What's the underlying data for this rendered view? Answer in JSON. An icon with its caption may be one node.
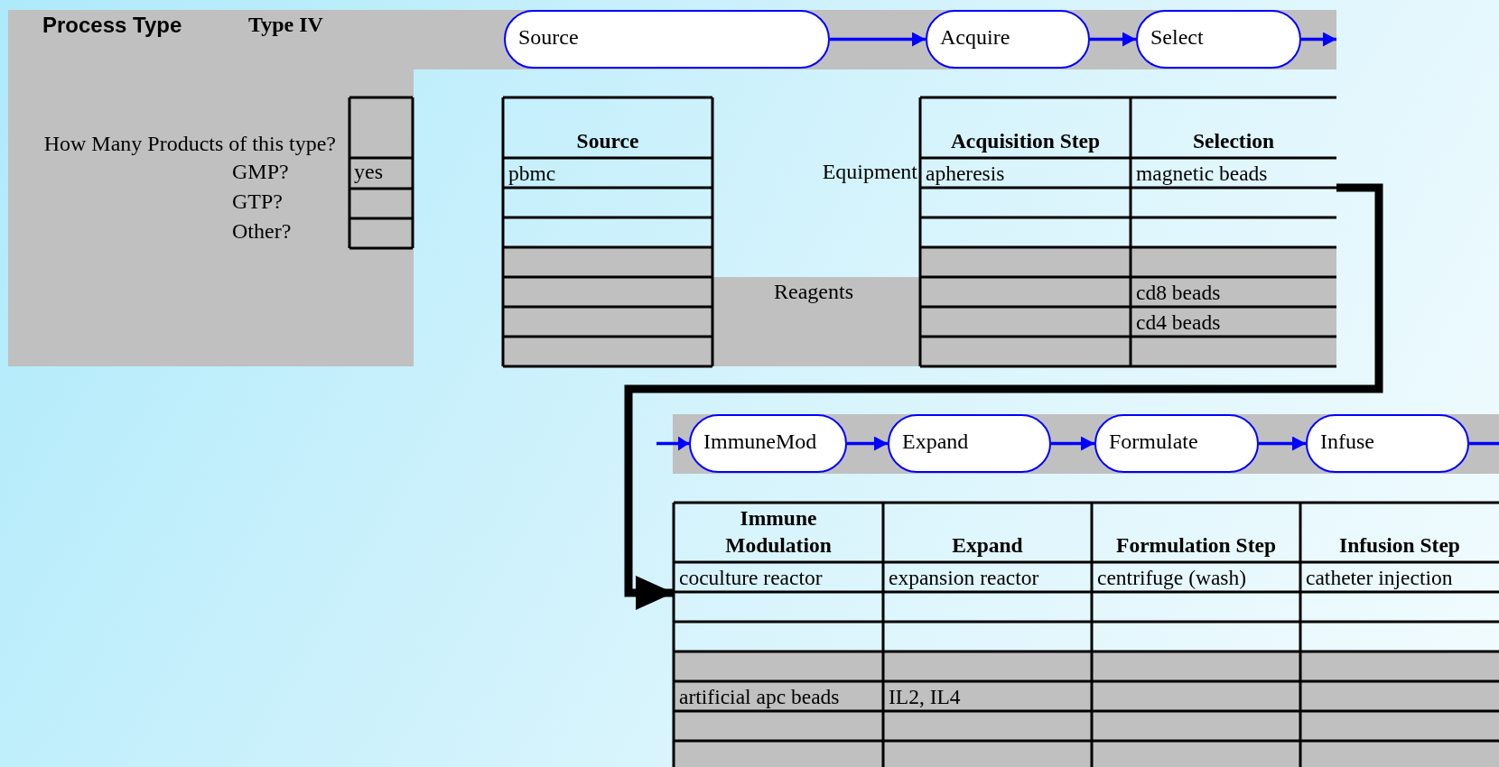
{
  "diagram": {
    "nodes": [
      {
        "text": [],
        "shape": "bar"
      },
      {
        "text": [
          "Source"
        ],
        "in": 0
      },
      {
        "text": [
          "Acquire"
        ],
        "in": 0
      },
      {
        "text": [
          "Select"
        ],
        "in": 0
      },
      {
        "text": [
          "Source",
          "pbmc"
        ]
      },
      {
        "text": [
          "Acquisition Step",
          "Selection",
          "apheresis",
          "magnetic beads",
          "cd8 beads",
          "cd4 beads"
        ]
      },
      {
        "text": [],
        "shape": "bar"
      },
      {
        "text": [
          "ImmuneMod"
        ],
        "in": 6
      },
      {
        "text": [
          "Expand"
        ],
        "in": 6
      },
      {
        "text": [
          "Formulate"
        ],
        "in": 6
      },
      {
        "text": [
          "Infuse"
        ],
        "in": 6
      },
      {
        "text": [
          "Immune Modulation",
          "Expand",
          "Formulation Step",
          "Infusion Step",
          "coculture reactor",
          "expansion reactor",
          "centrifuge (wash)",
          "catheter injection",
          "artificial apc beads",
          "IL2, IL4"
        ]
      }
    ],
    "edges": [
      {
        "from": 1,
        "to": 2,
        "arrow": "to"
      },
      {
        "from": 2,
        "to": 3,
        "arrow": "to"
      },
      {
        "from": 3,
        "to": 0,
        "arrow": "to"
      },
      {
        "from": null,
        "to": 7,
        "arrow": "to"
      },
      {
        "from": 7,
        "to": 8,
        "arrow": "to"
      },
      {
        "from": 8,
        "to": 9,
        "arrow": "to"
      },
      {
        "from": 9,
        "to": 10,
        "arrow": "to"
      },
      {
        "from": 10,
        "to": 6,
        "arrow": "none"
      },
      {
        "from": 5,
        "to": 11,
        "arrow": "to",
        "style": "thick",
        "color": "#000000"
      }
    ],
    "labels": [
      "Process Type",
      "Type IV",
      "How Many Products of this type?",
      "GMP?",
      "yes",
      "GTP?",
      "Other?",
      "Equipment",
      "Reagents"
    ]
  }
}
